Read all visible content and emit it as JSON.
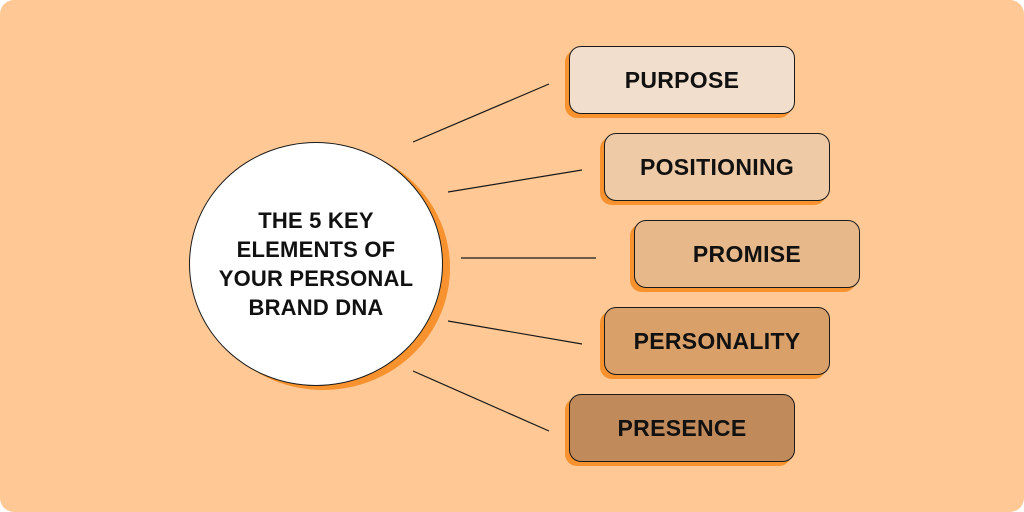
{
  "colors": {
    "background": "#FFC894",
    "accent_shadow": "#F7922E",
    "outline": "#1a1a1a",
    "hub_fill": "#ffffff"
  },
  "hub": {
    "title": "THE 5 KEY\nELEMENTS OF\nYOUR PERSONAL\nBRAND DNA"
  },
  "elements": [
    {
      "label": "PURPOSE",
      "fill": "#F2DECC"
    },
    {
      "label": "POSITIONING",
      "fill": "#EECAA6"
    },
    {
      "label": "PROMISE",
      "fill": "#E6B88A"
    },
    {
      "label": "PERSONALITY",
      "fill": "#D9A06A"
    },
    {
      "label": "PRESENCE",
      "fill": "#C08A5A"
    }
  ]
}
